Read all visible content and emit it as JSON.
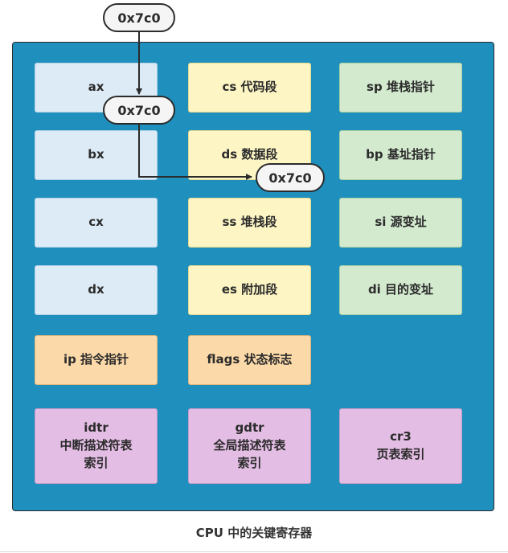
{
  "registers": {
    "ax": "ax",
    "bx": "bx",
    "cx": "cx",
    "dx": "dx",
    "cs": "cs 代码段",
    "ds": "ds 数据段",
    "ss": "ss 堆栈段",
    "es": "es 附加段",
    "sp": "sp 堆栈指针",
    "bp": "bp 基址指针",
    "si": "si 源变址",
    "di": "di 目的变址",
    "ip": "ip 指令指针",
    "flags": "flags 状态标志",
    "idtr": "idtr\n中断描述符表\n索引",
    "gdtr": "gdtr\n全局描述符表\n索引",
    "cr3": "cr3\n页表索引"
  },
  "value_tags": [
    "0x7c0",
    "0x7c0",
    "0x7c0"
  ],
  "caption": "CPU 中的关键寄存器",
  "colors": {
    "cpu_background": "#1f8fbd",
    "general_purpose": "#dcebf5",
    "segment": "#fdf5c4",
    "pointer_index": "#d3eacf",
    "instruction_flags": "#fcd9a8",
    "descriptor_tables": "#e3bde3"
  }
}
